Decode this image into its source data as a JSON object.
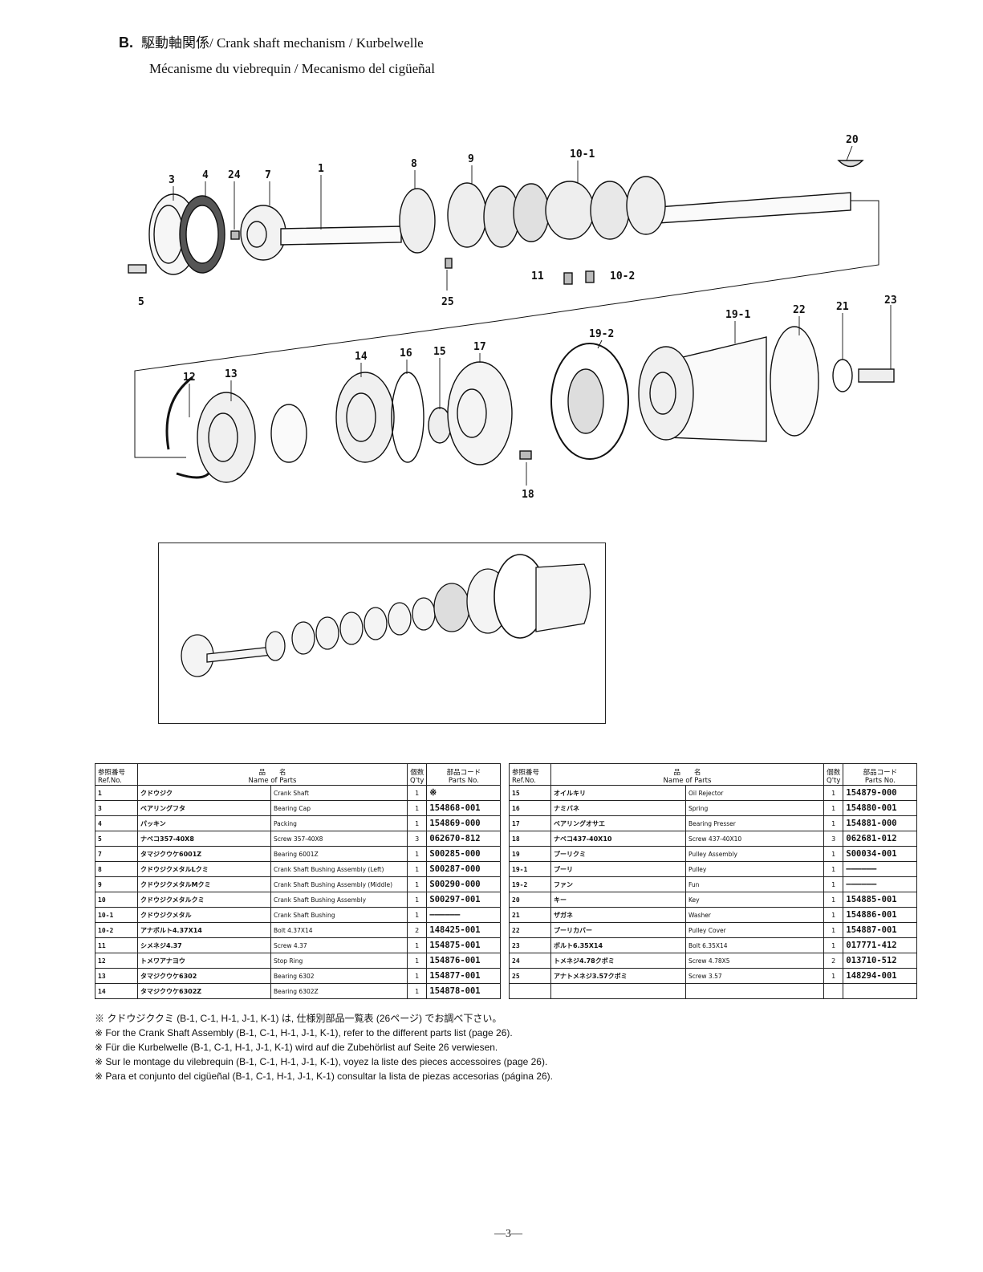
{
  "header": {
    "section": "B.",
    "title_line1": "駆動軸関係/ Crank shaft mechanism / Kurbelwelle",
    "title_line2": "Mécanisme du viebrequin / Mecanismo del cigüeñal"
  },
  "callouts": {
    "c1": "1",
    "c3": "3",
    "c4": "4",
    "c5": "5",
    "c7": "7",
    "c8": "8",
    "c9": "9",
    "c10_1": "10-1",
    "c10_2": "10-2",
    "c11": "11",
    "c12": "12",
    "c13": "13",
    "c14": "14",
    "c15": "15",
    "c16": "16",
    "c17": "17",
    "c18": "18",
    "c19_1": "19-1",
    "c19_2": "19-2",
    "c20": "20",
    "c21": "21",
    "c22": "22",
    "c23": "23",
    "c24": "24",
    "c25": "25"
  },
  "table": {
    "headers": {
      "ref_jp": "参照番号",
      "ref_en": "Ref.No.",
      "name_jp": "品　　名",
      "name_en": "Name of Parts",
      "qty_jp": "個数",
      "qty_en": "Q'ty",
      "code_jp": "部品コード",
      "code_en": "Parts No."
    },
    "left": [
      {
        "ref": "1",
        "jp": "クドウジク",
        "en": "Crank Shaft",
        "qty": "1",
        "code": "※"
      },
      {
        "ref": "3",
        "jp": "ベアリングフタ",
        "en": "Bearing Cap",
        "qty": "1",
        "code": "154868-001"
      },
      {
        "ref": "4",
        "jp": "パッキン",
        "en": "Packing",
        "qty": "1",
        "code": "154869-000"
      },
      {
        "ref": "5",
        "jp": "ナベコ357-40X8",
        "en": "Screw 357-40X8",
        "qty": "3",
        "code": "062670-812"
      },
      {
        "ref": "7",
        "jp": "タマジクウケ6001Z",
        "en": "Bearing 6001Z",
        "qty": "1",
        "code": "S00285-000"
      },
      {
        "ref": "8",
        "jp": "クドウジクメタルLクミ",
        "en": "Crank Shaft Bushing Assembly (Left)",
        "qty": "1",
        "code": "S00287-000"
      },
      {
        "ref": "9",
        "jp": "クドウジクメタルMクミ",
        "en": "Crank Shaft Bushing Assembly (Middle)",
        "qty": "1",
        "code": "S00290-000"
      },
      {
        "ref": "10",
        "jp": "クドウジクメタルクミ",
        "en": "Crank Shaft Bushing Assembly",
        "qty": "1",
        "code": "S00297-001"
      },
      {
        "ref": "10-1",
        "jp": "クドウジクメタル",
        "en": "Crank Shaft Bushing",
        "qty": "1",
        "code": "――――――"
      },
      {
        "ref": "10-2",
        "jp": "アナボルト4.37X14",
        "en": "Bolt 4.37X14",
        "qty": "2",
        "code": "148425-001"
      },
      {
        "ref": "11",
        "jp": "シメネジ4.37",
        "en": "Screw 4.37",
        "qty": "1",
        "code": "154875-001"
      },
      {
        "ref": "12",
        "jp": "トメワアナヨウ",
        "en": "Stop Ring",
        "qty": "1",
        "code": "154876-001"
      },
      {
        "ref": "13",
        "jp": "タマジクウケ6302",
        "en": "Bearing 6302",
        "qty": "1",
        "code": "154877-001"
      },
      {
        "ref": "14",
        "jp": "タマジクウケ6302Z",
        "en": "Bearing 6302Z",
        "qty": "1",
        "code": "154878-001"
      }
    ],
    "right": [
      {
        "ref": "15",
        "jp": "オイルキリ",
        "en": "Oil Rejector",
        "qty": "1",
        "code": "154879-000"
      },
      {
        "ref": "16",
        "jp": "ナミバネ",
        "en": "Spring",
        "qty": "1",
        "code": "154880-001"
      },
      {
        "ref": "17",
        "jp": "ベアリングオサエ",
        "en": "Bearing Presser",
        "qty": "1",
        "code": "154881-000"
      },
      {
        "ref": "18",
        "jp": "ナベコ437-40X10",
        "en": "Screw 437-40X10",
        "qty": "3",
        "code": "062681-012"
      },
      {
        "ref": "19",
        "jp": "プーリクミ",
        "en": "Pulley Assembly",
        "qty": "1",
        "code": "S00034-001"
      },
      {
        "ref": "19-1",
        "jp": "プーリ",
        "en": "Pulley",
        "qty": "1",
        "code": "――――――"
      },
      {
        "ref": "19-2",
        "jp": "ファン",
        "en": "Fun",
        "qty": "1",
        "code": "――――――"
      },
      {
        "ref": "20",
        "jp": "キー",
        "en": "Key",
        "qty": "1",
        "code": "154885-001"
      },
      {
        "ref": "21",
        "jp": "ザガネ",
        "en": "Washer",
        "qty": "1",
        "code": "154886-001"
      },
      {
        "ref": "22",
        "jp": "プーリカバー",
        "en": "Pulley Cover",
        "qty": "1",
        "code": "154887-001"
      },
      {
        "ref": "23",
        "jp": "ボルト6.35X14",
        "en": "Bolt 6.35X14",
        "qty": "1",
        "code": "017771-412"
      },
      {
        "ref": "24",
        "jp": "トメネジ4.78クボミ",
        "en": "Screw 4.78X5",
        "qty": "2",
        "code": "013710-512"
      },
      {
        "ref": "25",
        "jp": "アナトメネジ3.57クボミ",
        "en": "Screw 3.57",
        "qty": "1",
        "code": "148294-001"
      },
      {
        "ref": "",
        "jp": "",
        "en": "",
        "qty": "",
        "code": ""
      }
    ]
  },
  "notes": [
    "※ クドウジククミ (B-1, C-1, H-1, J-1, K-1) は, 仕様別部品一覧表 (26ページ) でお調べ下さい。",
    "※ For the Crank Shaft Assembly (B-1, C-1, H-1, J-1, K-1), refer to the different parts list (page 26).",
    "※ Für die Kurbelwelle (B-1, C-1, H-1, J-1, K-1) wird auf die Zubehörlist auf Seite 26 verwiesen.",
    "※ Sur le montage du vilebrequin (B-1, C-1, H-1, J-1, K-1), voyez la liste des pieces accessoires (page 26).",
    "※ Para et conjunto del cigüeñal (B-1, C-1, H-1, J-1, K-1) consultar la lista de piezas accesorias (página 26)."
  ],
  "page_number": "—3—"
}
